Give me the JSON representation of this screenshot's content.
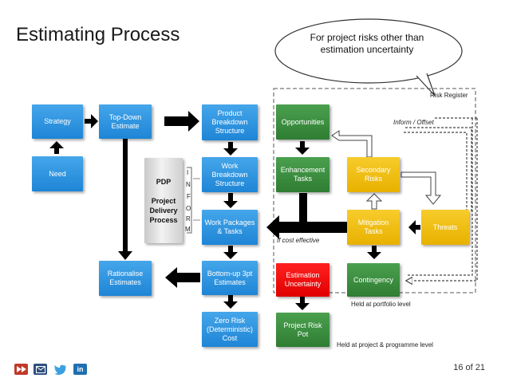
{
  "title": "Estimating Process",
  "callout": "For project risks other than estimation uncertainty",
  "risk_register_label": "Risk Register",
  "inform_offset_label": "Inform / Offset",
  "if_cost_effective_label": "If cost effective",
  "held_portfolio_label": "Held at portfolio level",
  "held_project_label": "Held at project & programme level",
  "inform_letters": [
    "I",
    "N",
    "F",
    "O",
    "R",
    "M"
  ],
  "boxes": {
    "strategy": "Strategy",
    "need": "Need",
    "top_down": "Top-Down Estimate",
    "rationalise": "Rationalise Estimates",
    "pbs": "Product Breakdown Structure",
    "wbs": "Work Breakdown Structure",
    "work_packages": "Work Packages & Tasks",
    "bottom_up": "Bottom-up 3pt Estimates",
    "zero_risk": "Zero Risk (Deterministic) Cost",
    "pdp": "PDP\n\nProject Delivery Process",
    "opportunities": "Opportunities",
    "enhancement": "Enhancement Tasks",
    "secondary_risks": "Secondary Risks",
    "mitigation": "Mitigation Tasks",
    "threats": "Threats",
    "estimation_uncertainty": "Estimation Uncertainty",
    "contingency": "Contingency",
    "project_risk_pot": "Project Risk Pot"
  },
  "footer": {
    "page_number": "16 of 21",
    "icons": [
      "skip-forward-icon",
      "email-icon",
      "twitter-icon",
      "linkedin-icon"
    ]
  },
  "colors": {
    "blue": "#2b93e0",
    "green": "#3a8e3e",
    "yellow": "#f2c000",
    "red": "#ff0000",
    "arrow": "#000000"
  }
}
